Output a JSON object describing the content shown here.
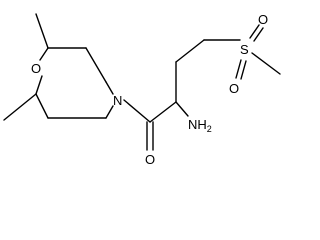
{
  "molecule": {
    "atoms": {
      "ring_oxygen": "O",
      "ring_nitrogen": "N",
      "carbonyl_oxygen": "O",
      "amine": {
        "symbol": "NH",
        "subscript": "2"
      },
      "sulfur": "S",
      "sulfonyl_oxygen_top": "O",
      "sulfonyl_oxygen_bottom": "O"
    }
  }
}
